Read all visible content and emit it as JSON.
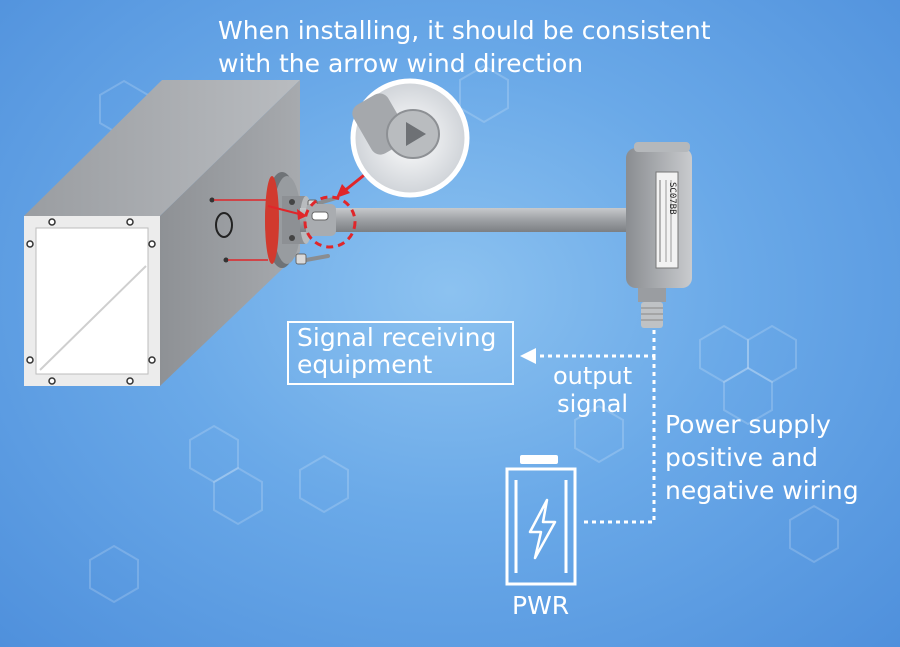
{
  "install_note": {
    "line1": "When installing, it should be consistent",
    "line2": "with the arrow wind direction"
  },
  "signal_equipment": {
    "line1": "Signal receiving",
    "line2": "equipment"
  },
  "output_signal": {
    "line1": "output",
    "line2": "signal"
  },
  "power_wiring": {
    "line1": "Power supply",
    "line2": "positive and",
    "line3": "negative wiring"
  },
  "battery": {
    "label": "PWR"
  },
  "sensor_label": {
    "model": "SC07BB"
  },
  "colors": {
    "background_center": "#8cc2f0",
    "background_edge": "#4f90dc",
    "line": "#ffffff",
    "highlight": "#e0262a"
  }
}
